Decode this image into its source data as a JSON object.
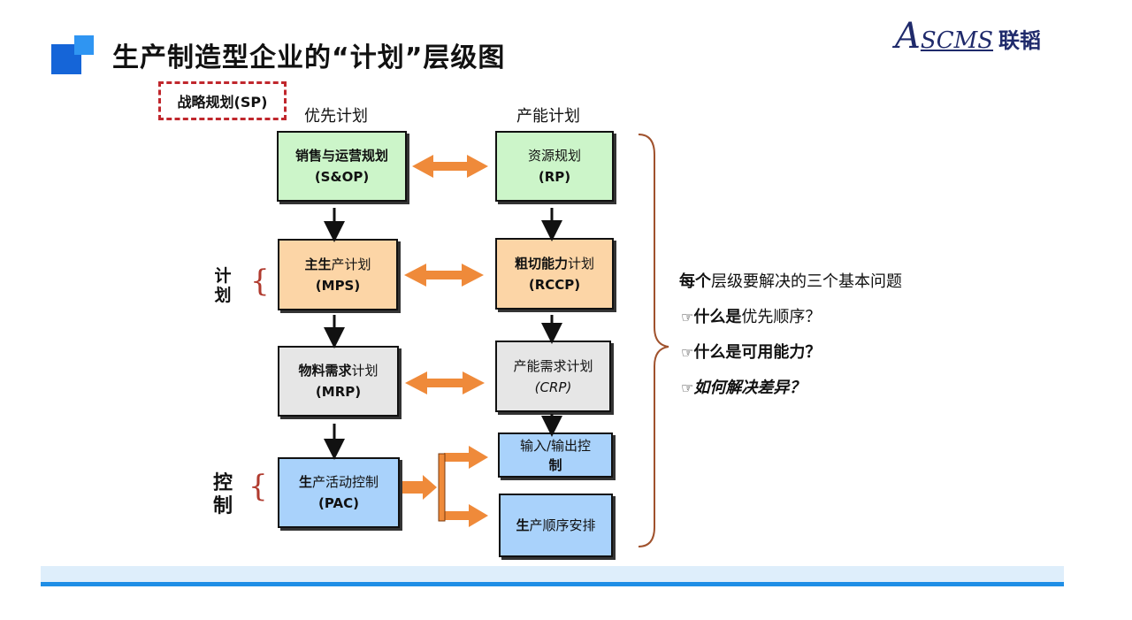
{
  "title": "生产制造型企业的“计划”层级图",
  "logo": {
    "initial": "A",
    "rest": "SCMS",
    "cn": "联韬"
  },
  "strategic": "战略规划(SP)",
  "columns": {
    "priority": "优先计划",
    "capacity": "产能计划"
  },
  "side_labels": {
    "plan": "计划",
    "control": "控制"
  },
  "left_boxes": [
    {
      "label": "销售与运营规划",
      "code": "(S&OP)"
    },
    {
      "label_bold": "主生",
      "label_rest": "产计划",
      "code": "(MPS)"
    },
    {
      "label_bold": "物料需求",
      "label_rest": "计划",
      "code": "(MRP)"
    },
    {
      "label_bold": "生",
      "label_rest": "产活动控制",
      "code": "(PAC)"
    }
  ],
  "right_boxes": [
    {
      "label": "资源规划",
      "code": "(RP)"
    },
    {
      "label_bold": "粗切能力",
      "label_rest": "计划",
      "code": "(RCCP)"
    },
    {
      "label": "产能需求计划",
      "code": "(CRP)"
    },
    {
      "line1": "输入/输出控",
      "line2": "制"
    },
    {
      "label_bold": "生",
      "label_rest": "产顺序安排"
    }
  ],
  "questions": {
    "heading_bold": "每个",
    "heading_rest": "层级要解决的三个基本问题",
    "hand": "☞",
    "items": [
      {
        "bold": "什么是",
        "rest": "优先顺序？"
      },
      {
        "bold": "什么是可用能力？",
        "rest": ""
      },
      {
        "bold": "如何解决差异？",
        "rest": ""
      }
    ]
  },
  "colors": {
    "accent": "#1f7fe3",
    "arrow": "#ef8a3a",
    "brace": "#b03a2e"
  }
}
